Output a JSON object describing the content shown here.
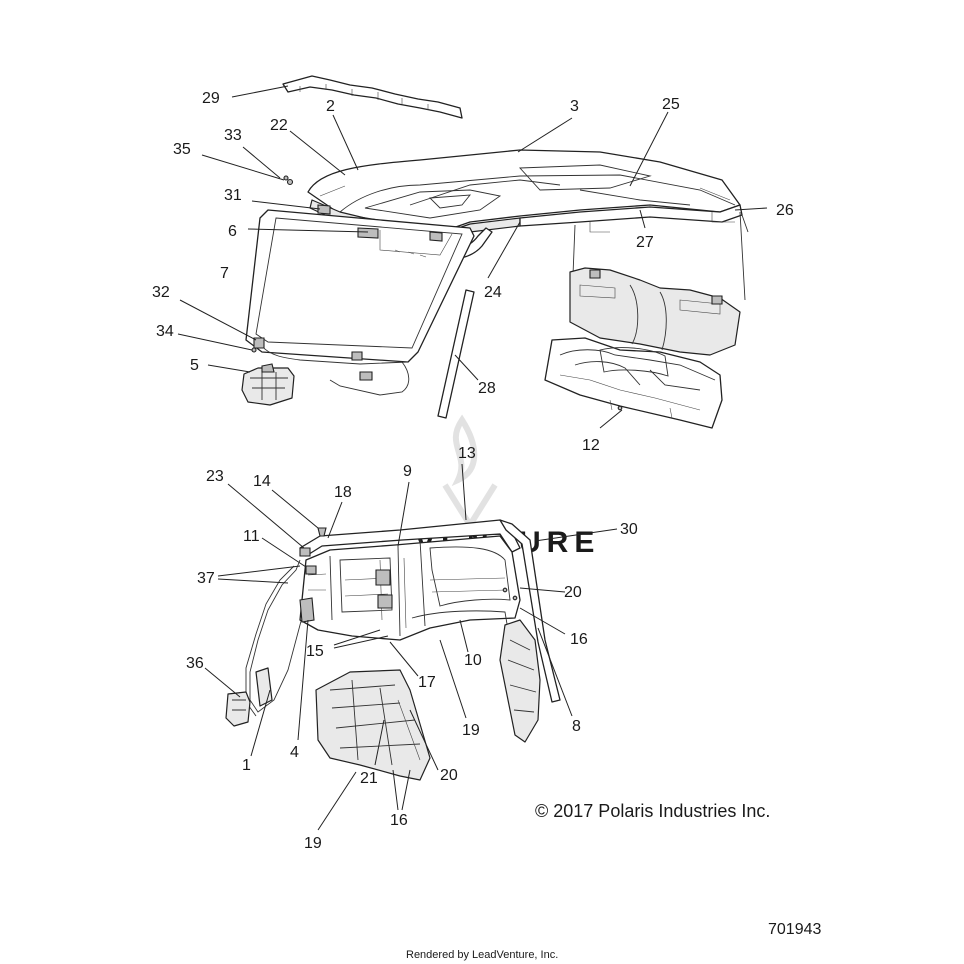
{
  "diagram": {
    "copyright": "© 2017 Polaris Industries Inc.",
    "diagram_number": "701943",
    "rendered_by": "Rendered by LeadVenture, Inc.",
    "watermark": "VENTURE",
    "callouts": {
      "c29": "29",
      "c2": "2",
      "c3": "3",
      "c25": "25",
      "c22": "22",
      "c33": "33",
      "c35": "35",
      "c31": "31",
      "c6": "6",
      "c26": "26",
      "c27": "27",
      "c7": "7",
      "c24": "24",
      "c32": "32",
      "c34": "34",
      "c5": "5",
      "c28": "28",
      "c12": "12",
      "c13": "13",
      "c9": "9",
      "c23": "23",
      "c14": "14",
      "c18": "18",
      "c30": "30",
      "c11": "11",
      "c37": "37",
      "c20a": "20",
      "c16a": "16",
      "c36": "36",
      "c15": "15",
      "c17": "17",
      "c10": "10",
      "c19a": "19",
      "c8": "8",
      "c1": "1",
      "c4": "4",
      "c21": "21",
      "c20b": "20",
      "c16b": "16",
      "c19b": "19"
    }
  }
}
